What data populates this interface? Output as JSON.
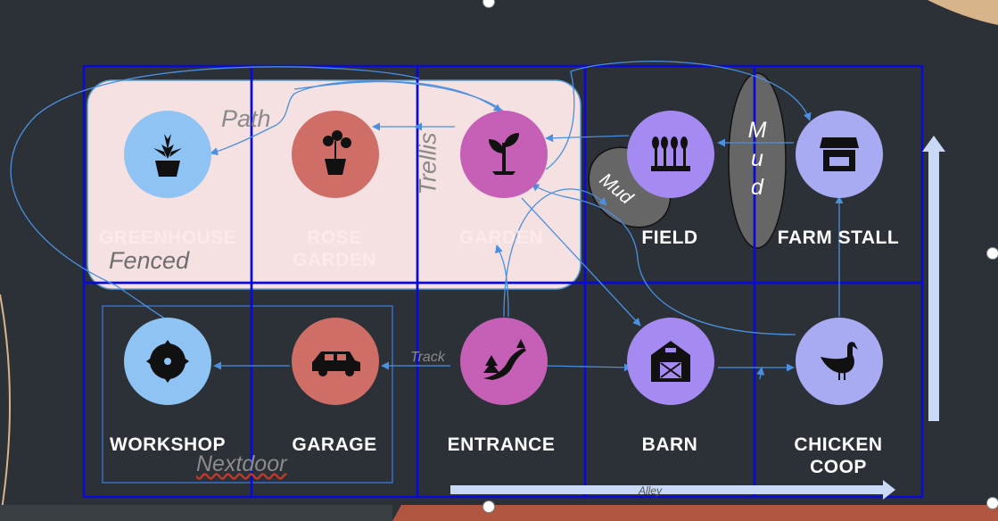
{
  "cells": [
    {
      "id": "greenhouse",
      "label": "GREENHOUSE",
      "icon": "potted-plant-icon",
      "color": "#8ec3f3"
    },
    {
      "id": "rose-garden",
      "label": "ROSE\nGARDEN",
      "icon": "flower-pot-icon",
      "color": "#cf6e66"
    },
    {
      "id": "garden",
      "label": "GARDEN",
      "icon": "seedling-icon",
      "color": "#c65fb6"
    },
    {
      "id": "field",
      "label": "FIELD",
      "icon": "wheat-field-icon",
      "color": "#a58af2"
    },
    {
      "id": "farm-stall",
      "label": "FARM STALL",
      "icon": "shop-stall-icon",
      "color": "#a8abf1"
    },
    {
      "id": "workshop",
      "label": "WORKSHOP",
      "icon": "saw-blade-icon",
      "color": "#8ec3f3"
    },
    {
      "id": "garage",
      "label": "GARAGE",
      "icon": "car-icon",
      "color": "#cf6e66"
    },
    {
      "id": "entrance",
      "label": "ENTRANCE",
      "icon": "path-trees-icon",
      "color": "#c65fb6"
    },
    {
      "id": "barn",
      "label": "BARN",
      "icon": "barn-icon",
      "color": "#a58af2"
    },
    {
      "id": "chicken-coop",
      "label": "CHICKEN\nCOOP",
      "icon": "chicken-icon",
      "color": "#a8abf1"
    }
  ],
  "annotations": {
    "path": "Path",
    "fenced": "Fenced",
    "trellis": "Trellis",
    "mud_small": "Mud",
    "mud_tall": "Mud",
    "track": "Track",
    "nextdoor": "Nextdoor",
    "alley": "Alley"
  },
  "colors": {
    "background": "#2b3137",
    "grid_line": "#0a0ad8",
    "fenced_area": "#f6e1e2",
    "arrow": "#4a8fe0",
    "big_arrow": "#c9d8f5",
    "mud": "#666666"
  }
}
